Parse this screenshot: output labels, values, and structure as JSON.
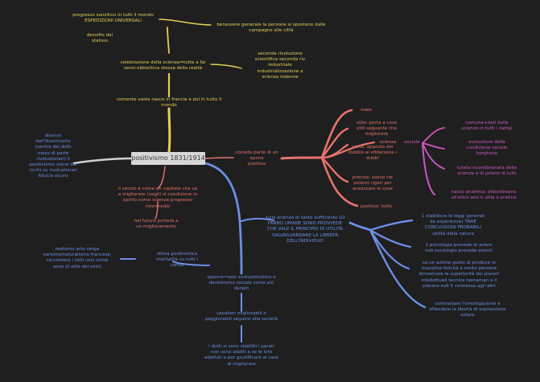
{
  "colors": {
    "background": "#1f1f1f",
    "yellow": "#e3cf57",
    "red": "#e8736e",
    "magenta": "#cf58c4",
    "blue": "#6d8ee8",
    "center_box": "#d7d7d7"
  },
  "central_topic": "positivismo 1831/1914",
  "yellow_branch": {
    "n1": "progresso sanzitivo in tutti il mondo\nESPEDIZIONI UNIVERSALI",
    "n2": "benessere generale la persone si spostano dalle\ncampagne alle città",
    "n3": "desvilto dai\nstatoss",
    "n4": "celebrazione della scienza=tutta a fai\nsensi obbiettiva stessa della realtà",
    "n5": "seconda rivoluzione\nscientifica seconda riv\nindustriale\nindustrializzazione a\nscienza indenne",
    "n6": "comente vasta nasce in francia e poi in tutto il\nmondo"
  },
  "red_branch": {
    "root": "comete parte di un epoca\npositiva",
    "n1": "male",
    "n2": "utile: porta a cose\nutili seguente che\nmigliorare",
    "n3": "certa: apposta dei\ndubbio ai sfidarsene i\ndubbi",
    "n4": "scienza",
    "n5": "precisa: usano tre\nsistemi rigori per\nanalizzare le cose",
    "n6": "positivo: tutto"
  },
  "magenta_branch": {
    "root": "sociale",
    "n1": "comune+dati dalle\nscienze in tutti i campi",
    "n2": "evoluzione della\ncondizione sociale\nborghese",
    "n3": "tutela incondizionata delle\nscienze e di potere di tutti",
    "n4": "nasce analitica: attendevano\nall'etico assi è utile a pratica"
  },
  "left_note": "diverso\ndall'illuminismo\n(ventre dei dotti\nmeso di parte\nrivoluzionari) il\npositivismo viene dal\nricchi su rivoluzionari\nfiducia sicuro",
  "red_left": {
    "n1": "il secolo è come un capitale che va\na migliorare (negli) si condizione lo\nspirito come scienza progresso\nintermedio",
    "n2": "nel futuro porterà a\nun miglioramento"
  },
  "blue_branch": {
    "root": "sulla scienza di tanto sufficiente LO\nFANNO UMANE SONO PROVVEDE\nCHE VALE IL PRINCIPIO DI UTILITÀ\nSALVAGUARDARE LA LIBERTÀ\nDELL'INDIVIDUO",
    "n1": "1 stabilisce le leggi generali\nda esperienza) TRAE\nCONCLUSIONI PROBABILI\nutilità della natura",
    "n2": "2 psicologia prevede le azioni\nindi sociologia prevede eventi",
    "n3": "sa un azione gusto di produce la\nmassima felicità a molte persone\ndimostrare la superiorità dei piaceri\nintellettuali tecnica heinaman a il\npiacere indi 5 connessa agli altri",
    "n4": "contrastare l'omologazione e\ndifendere la libertà di espressione\nsolare",
    "left_note": "realismo arte verga\nverismo/naturalismo francese;\nraccontare i fatti così come\nsono (il stile dei vinti)",
    "n5": "ottiva positivistica\nmentalità su tutti i\ncampi",
    "n6": "spencer=pos evoluzionistico o\ndarwinismo sociale come più\ndarwin",
    "n7": "cavalieri migliorabili o\npeggiorabili seguirsi alla società",
    "n8": "i dotti si sono stabiliti i parati\nnon sono adatti a se le loro\nadattati e per giustificare al caso\ndi migliorare"
  }
}
